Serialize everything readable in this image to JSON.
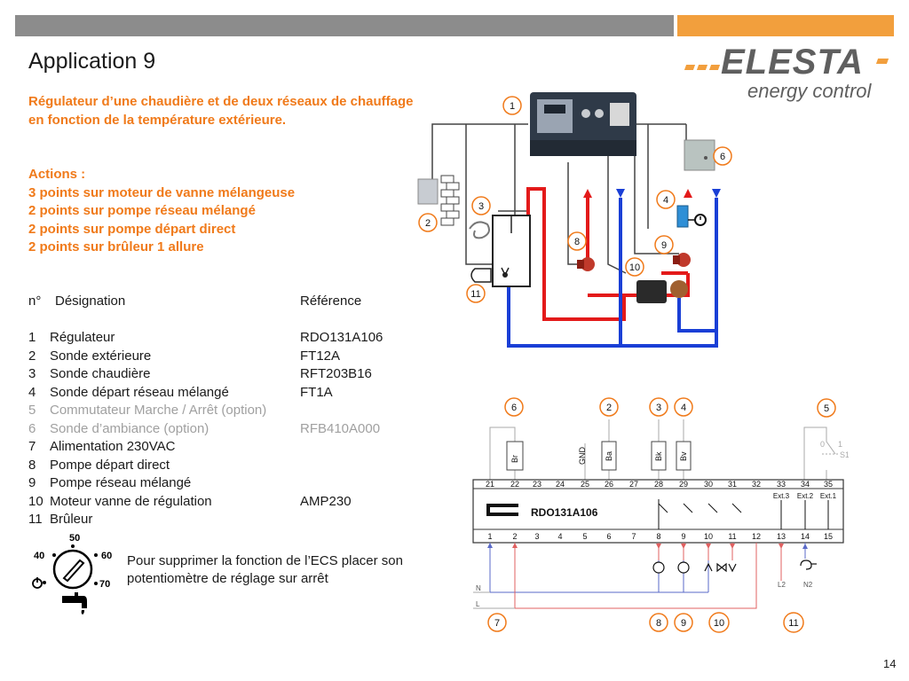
{
  "header": {
    "title": "Application 9",
    "logo_text": "ELESTA",
    "logo_sub": "energy control"
  },
  "subtitle": "Régulateur d’une chaudière et de deux réseaux de chauffage en fonction de la température extérieure.",
  "actions": {
    "heading": "Actions :",
    "items": [
      "3 points sur moteur de vanne mélangeuse",
      "2 points sur pompe réseau mélangé",
      "2 points sur pompe départ direct",
      "2 points sur brûleur 1 allure"
    ]
  },
  "table": {
    "headers": {
      "n": "n°",
      "designation": "Désignation",
      "reference": "Référence"
    },
    "rows": [
      {
        "n": "1",
        "designation": "Régulateur",
        "reference": "RDO131A106"
      },
      {
        "n": "2",
        "designation": "Sonde extérieure",
        "reference": "FT12A"
      },
      {
        "n": "3",
        "designation": "Sonde chaudière",
        "reference": "RFT203B16"
      },
      {
        "n": "4",
        "designation": "Sonde départ réseau mélangé",
        "reference": "FT1A"
      },
      {
        "n": "5",
        "designation": "Commutateur Marche / Arrêt (option)",
        "reference": ""
      },
      {
        "n": "6",
        "designation": "Sonde d’ambiance (option)",
        "reference": "RFB410A000"
      },
      {
        "n": "7",
        "designation": "Alimentation 230VAC",
        "reference": ""
      },
      {
        "n": "8",
        "designation": "Pompe départ direct",
        "reference": ""
      },
      {
        "n": "9",
        "designation": "Pompe réseau mélangé",
        "reference": ""
      },
      {
        "n": "10",
        "designation": "Moteur vanne de régulation",
        "reference": "AMP230"
      },
      {
        "n": "11",
        "designation": "Brûleur",
        "reference": ""
      }
    ]
  },
  "note": "Pour supprimer la fonction de l’ECS placer son potentiomètre de réglage sur arrêt",
  "dial": {
    "labels": [
      "50",
      "40",
      "60",
      "70"
    ]
  },
  "hydraulic": {
    "callouts": [
      "1",
      "2",
      "3",
      "4",
      "6",
      "8",
      "9",
      "10",
      "11"
    ]
  },
  "wiring": {
    "device": "RDO131A106",
    "top_callouts": [
      "6",
      "2",
      "3",
      "4",
      "5"
    ],
    "bottom_callouts": [
      "7",
      "8",
      "9",
      "10",
      "11"
    ],
    "sensor_labels": [
      "Br",
      "GND",
      "Ba",
      "Bk",
      "Bv"
    ],
    "switch_labels": [
      "0",
      "1",
      "S1"
    ],
    "top_terminals": [
      "21",
      "22",
      "23",
      "24",
      "25",
      "26",
      "27",
      "28",
      "29",
      "30",
      "31",
      "32",
      "33",
      "34",
      "35"
    ],
    "bottom_terminals": [
      "1",
      "2",
      "3",
      "4",
      "5",
      "6",
      "7",
      "8",
      "9",
      "10",
      "11",
      "12",
      "13",
      "14",
      "15"
    ],
    "ext_labels": [
      "Ext.3",
      "Ext.2",
      "Ext.1"
    ],
    "line_labels": [
      "N",
      "L"
    ],
    "burner_labels": [
      "L2",
      "N2"
    ]
  },
  "page_number": "14",
  "colors": {
    "accent": "#f07a1a",
    "grey_bar": "#8c8c8c",
    "orange_bar": "#f29f3d",
    "pipe_red": "#e31a1a",
    "pipe_blue": "#1a3fd6"
  }
}
